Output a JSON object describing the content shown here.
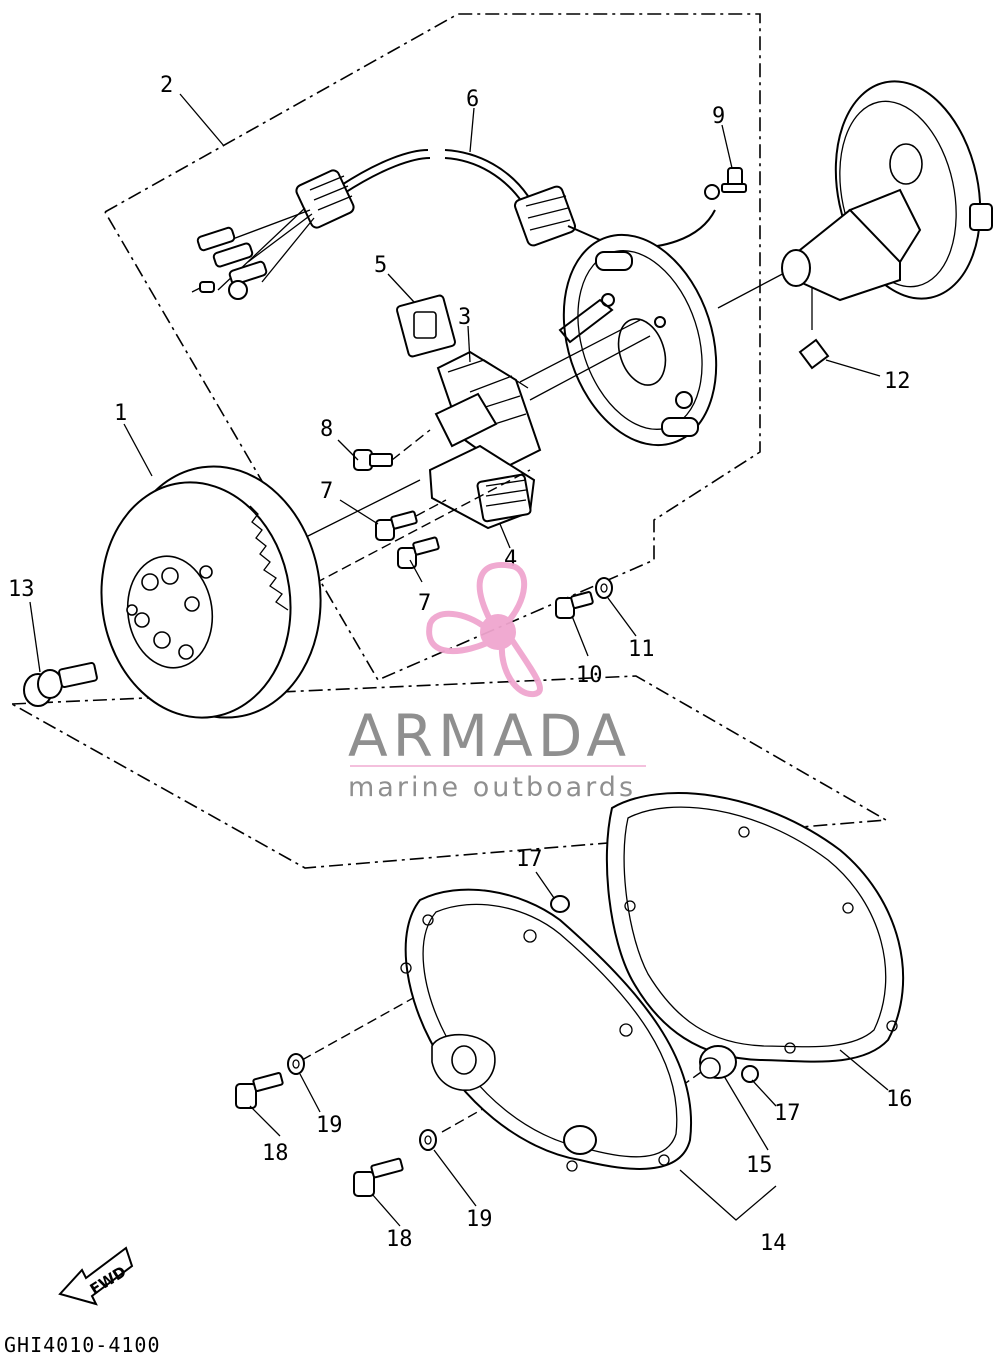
{
  "diagram": {
    "drawing_code": "GHI4010-4100",
    "fwd_label": "FWD",
    "callouts": {
      "c1": "1",
      "c2": "2",
      "c3": "3",
      "c4": "4",
      "c5": "5",
      "c6": "6",
      "c7a": "7",
      "c7b": "7",
      "c8": "8",
      "c9": "9",
      "c10": "10",
      "c11": "11",
      "c12": "12",
      "c13": "13",
      "c14": "14",
      "c15": "15",
      "c16": "16",
      "c17a": "17",
      "c17b": "17",
      "c18a": "18",
      "c18b": "18",
      "c19a": "19",
      "c19b": "19"
    }
  },
  "watermark": {
    "brand": "ARMADA",
    "tagline": "marine outboards",
    "brand_color": "#8a8a8a",
    "accent_color": "#f0a6cf"
  }
}
